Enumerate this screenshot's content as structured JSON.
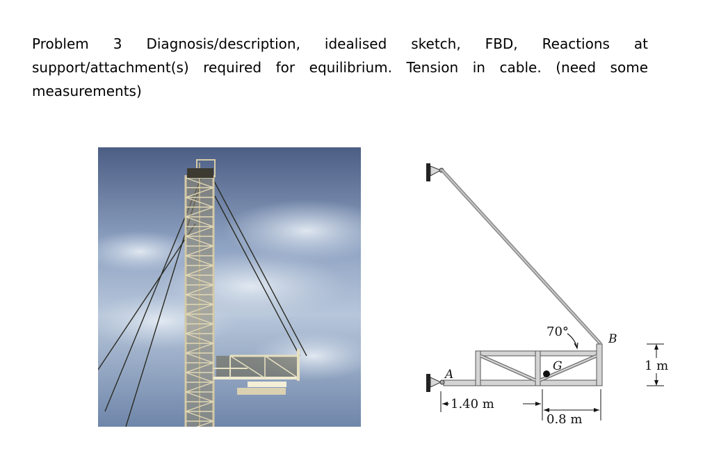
{
  "problem": {
    "text": "Problem  3  Diagnosis/description,  idealised  sketch,  FBD,  Reactions  at support/attachment(s) required for equilibrium. Tension in cable. (need some measurements)"
  },
  "photo": {
    "subject": "drill-rig-tower-with-cable-supported-platform",
    "sky_color": "#8fa3c0",
    "structure_color": "#a79f86"
  },
  "diagram": {
    "angle_label": "70°",
    "point_a": "A",
    "point_b": "B",
    "point_g": "G",
    "dim_horizontal_1": "1.40 m",
    "dim_horizontal_2": "0.8 m",
    "dim_vertical": "1 m"
  }
}
